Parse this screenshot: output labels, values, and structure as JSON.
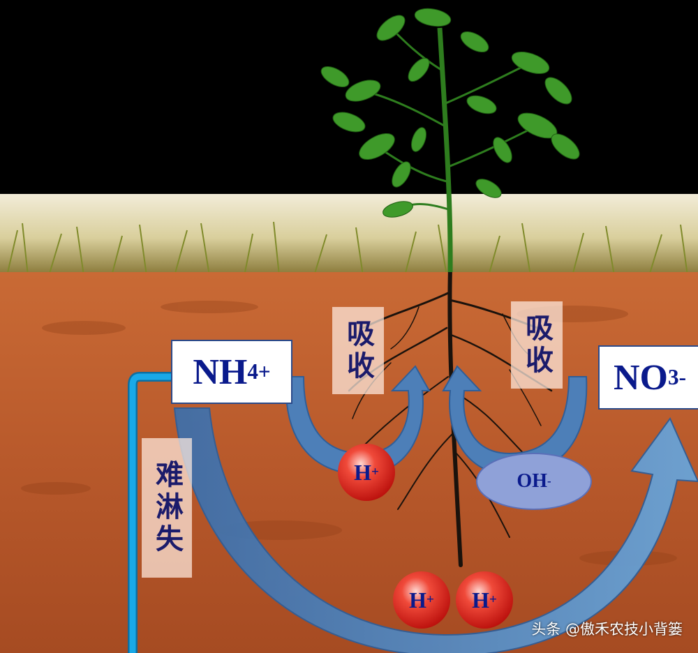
{
  "labels": {
    "nh4_main": "NH",
    "nh4_sub": "4",
    "nh4_sup": "+",
    "no3_main": "NO",
    "no3_sub": "3",
    "no3_sup": "-",
    "absorb_left": "吸收",
    "absorb_right": "吸收",
    "hard_leaching": "难淋失",
    "h_ion_main": "H",
    "h_ion_sup": "+",
    "oh_ion_main": "OH",
    "oh_ion_sup": "-"
  },
  "watermark": "头条 @傲禾农技小背篓",
  "colors": {
    "sky": "#000000",
    "soil": "#b85a2c",
    "arrow_blue": "#4f86c0",
    "pipe_cyan": "#19a9e8",
    "ion_red": "#e0221c",
    "oh_fill": "#8fa1d8"
  }
}
